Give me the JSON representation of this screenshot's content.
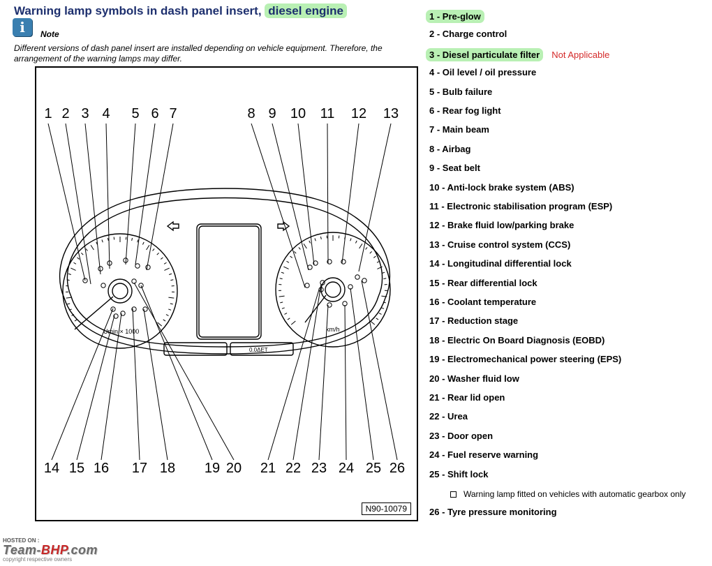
{
  "header": {
    "title_main": "Warning lamp symbols in dash panel insert, ",
    "title_highlight": "diesel engine",
    "note_label": "Note",
    "note_text": "Different versions of dash panel insert are installed depending on vehicle equipment. Therefore, the arrangement of the warning lamps may differ."
  },
  "diagram": {
    "top_numbers": [
      "1",
      "2",
      "3",
      "4",
      "5",
      "6",
      "7",
      "8",
      "9",
      "10",
      "11",
      "12",
      "13"
    ],
    "bottom_numbers": [
      "14",
      "15",
      "16",
      "17",
      "18",
      "19",
      "20",
      "21",
      "22",
      "23",
      "24",
      "25",
      "26"
    ],
    "left_dial_unit": "Umin × 1000",
    "right_dial_unit": "km/h",
    "center_box_right": "0.0ΔET",
    "reference_code": "N90-10079"
  },
  "legend": {
    "items": [
      {
        "text": "1 - Pre-glow",
        "highlight": true
      },
      {
        "text": "2 - Charge control"
      },
      {
        "text": "3 - Diesel particulate filter",
        "highlight": true,
        "note": "Not Applicable"
      },
      {
        "text": "4 - Oil level / oil pressure"
      },
      {
        "text": "5 - Bulb failure"
      },
      {
        "text": "6 - Rear fog light"
      },
      {
        "text": "7 - Main beam"
      },
      {
        "text": "8 - Airbag"
      },
      {
        "text": "9 - Seat belt"
      },
      {
        "text": "10 - Anti-lock brake system (ABS)"
      },
      {
        "text": "11 - Electronic stabilisation program (ESP)"
      },
      {
        "text": "12 - Brake fluid low/parking brake"
      },
      {
        "text": "13 - Cruise control system (CCS)"
      },
      {
        "text": "14 - Longitudinal differential lock"
      },
      {
        "text": "15 - Rear differential lock"
      },
      {
        "text": "16 - Coolant temperature"
      },
      {
        "text": "17 - Reduction stage"
      },
      {
        "text": "18 - Electric On Board Diagnosis (EOBD)"
      },
      {
        "text": "19 - Electromechanical power steering (EPS)"
      },
      {
        "text": "20 - Washer fluid low"
      },
      {
        "text": "21 - Rear lid open"
      },
      {
        "text": "22 - Urea"
      },
      {
        "text": "23 - Door open"
      },
      {
        "text": "24 - Fuel reserve warning"
      },
      {
        "text": "25 - Shift lock"
      },
      {
        "text": "26 - Tyre pressure monitoring"
      }
    ],
    "subnote": "Warning lamp fitted on vehicles with automatic gearbox only"
  },
  "watermark": {
    "hosted": "HOSTED ON :",
    "brand_a": "Team-",
    "brand_b": "BHP",
    "brand_c": ".com",
    "copyright": "copyright respective owners"
  }
}
